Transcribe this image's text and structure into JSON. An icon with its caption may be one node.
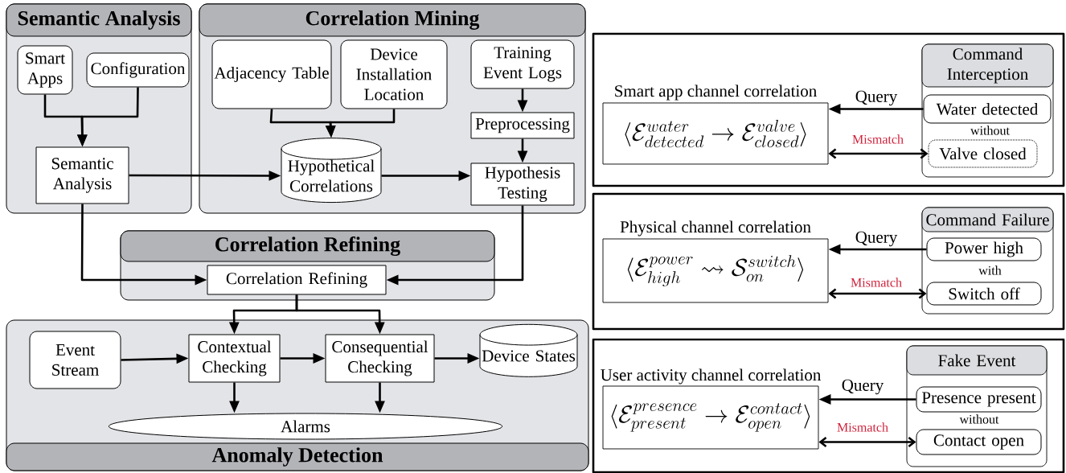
{
  "diagram": {
    "nodes": [
      {
        "text": [
          "Semantic Analysis"
        ]
      },
      {
        "text": [
          "Smart Apps"
        ],
        "in": 0
      },
      {
        "text": [
          "Configuration"
        ],
        "in": 0
      },
      {
        "text": [
          "Semantic Analysis"
        ],
        "in": 0
      },
      {
        "text": [
          "Correlation Mining"
        ]
      },
      {
        "text": [
          "Adjacency Table"
        ],
        "in": 4
      },
      {
        "text": [
          "Device Installation Location"
        ],
        "in": 4
      },
      {
        "text": [
          "Training Event Logs"
        ],
        "in": 4
      },
      {
        "text": [
          "Preprocessing"
        ],
        "in": 4
      },
      {
        "text": [
          "Hypothetical Correlations"
        ],
        "in": 4
      },
      {
        "text": [
          "Hypothesis Testing"
        ],
        "in": 4
      },
      {
        "text": [
          "Correlation Refining"
        ]
      },
      {
        "text": [
          "Correlation Refining"
        ],
        "in": 11
      },
      {
        "text": [
          "Anomaly Detection"
        ]
      },
      {
        "text": [
          "Event Stream"
        ],
        "in": 13
      },
      {
        "text": [
          "Contextual Checking"
        ],
        "in": 13
      },
      {
        "text": [
          "Consequential Checking"
        ],
        "in": 13
      },
      {
        "text": [
          "Device States"
        ],
        "in": 13
      },
      {
        "text": [
          "Alarms"
        ],
        "in": 13
      },
      {
        "text": [
          "Smart app channel correlation",
          "\\langle \\mathcal{E}^{water}_{detected} \\rightarrow \\mathcal{E}^{valve}_{closed} \\rangle"
        ]
      },
      {
        "text": [
          "Command Interception",
          "without"
        ]
      },
      {
        "text": [
          "Water detected"
        ],
        "in": 20
      },
      {
        "text": [
          "Valve closed"
        ],
        "in": 20
      },
      {
        "text": [
          "Physical channel correlation",
          "\\langle \\mathcal{E}^{power}_{high} \\rightsquigarrow \\mathcal{S}^{switch}_{on} \\rangle"
        ]
      },
      {
        "text": [
          "Command Failure",
          "with"
        ]
      },
      {
        "text": [
          "Power high"
        ],
        "in": 24
      },
      {
        "text": [
          "Switch off"
        ],
        "in": 24
      },
      {
        "text": [
          "User activity channel correlation",
          "\\langle \\mathcal{E}^{presence}_{present} \\rightarrow \\mathcal{E}^{contact}_{open} \\rangle"
        ]
      },
      {
        "text": [
          "Fake Event",
          "without"
        ]
      },
      {
        "text": [
          "Presence present"
        ],
        "in": 28
      },
      {
        "text": [
          "Contact open"
        ],
        "in": 28
      }
    ],
    "edges": [
      {
        "from": 1,
        "to": 3,
        "arrow": "to"
      },
      {
        "from": 2,
        "to": 3,
        "arrow": "to"
      },
      {
        "from": 5,
        "to": 9,
        "arrow": "to"
      },
      {
        "from": 6,
        "to": 9,
        "arrow": "to"
      },
      {
        "from": 7,
        "to": 8,
        "arrow": "to"
      },
      {
        "from": 8,
        "to": 10,
        "arrow": "to"
      },
      {
        "from": 3,
        "to": 9,
        "arrow": "to"
      },
      {
        "from": 9,
        "to": 10,
        "arrow": "to"
      },
      {
        "from": 3,
        "to": 12,
        "arrow": "to"
      },
      {
        "from": 10,
        "to": 12,
        "arrow": "to"
      },
      {
        "from": 12,
        "to": 15,
        "arrow": "to"
      },
      {
        "from": 12,
        "to": 16,
        "arrow": "to"
      },
      {
        "from": 14,
        "to": 15,
        "arrow": "to"
      },
      {
        "from": 15,
        "to": 16,
        "arrow": "to"
      },
      {
        "from": 16,
        "to": 17,
        "arrow": "to"
      },
      {
        "from": 15,
        "to": 18,
        "arrow": "to"
      },
      {
        "from": 16,
        "to": 18,
        "arrow": "to"
      },
      {
        "from": 21,
        "to": 19,
        "arrow": "to",
        "label": "Query"
      },
      {
        "from": 19,
        "to": 22,
        "arrow": "both",
        "label": "Mismatch"
      },
      {
        "from": 25,
        "to": 23,
        "arrow": "to",
        "label": "Query"
      },
      {
        "from": 23,
        "to": 26,
        "arrow": "both",
        "label": "Mismatch"
      },
      {
        "from": 29,
        "to": 27,
        "arrow": "to",
        "label": "Query"
      },
      {
        "from": 27,
        "to": 30,
        "arrow": "both",
        "label": "Mismatch"
      }
    ]
  }
}
